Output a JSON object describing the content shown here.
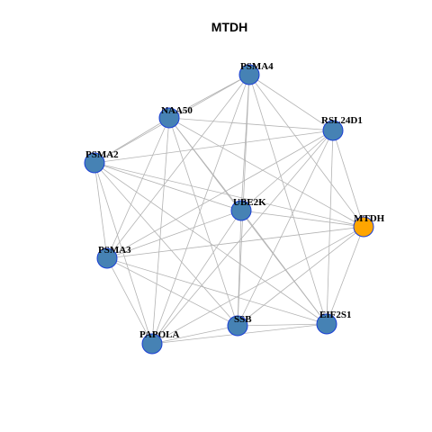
{
  "title": "MTDH",
  "colors": {
    "default_node": "#4682b4",
    "highlight_node": "#ffa500",
    "node_border": "#1a3fd6",
    "edge": "#b3b3b3",
    "background": "#ffffff"
  },
  "nodes": [
    {
      "id": "PSMA4",
      "label": "PSMA4",
      "highlight": false
    },
    {
      "id": "NAA50",
      "label": "NAA50",
      "highlight": false
    },
    {
      "id": "RSL24D1",
      "label": "RSL24D1",
      "highlight": false
    },
    {
      "id": "PSMA2",
      "label": "PSMA2",
      "highlight": false
    },
    {
      "id": "UBE2K",
      "label": "UBE2K",
      "highlight": false
    },
    {
      "id": "MTDH",
      "label": "MTDH",
      "highlight": true
    },
    {
      "id": "PSMA3",
      "label": "PSMA3",
      "highlight": false
    },
    {
      "id": "SSB",
      "label": "SSB",
      "highlight": false
    },
    {
      "id": "EIF2S1",
      "label": "EIF2S1",
      "highlight": false
    },
    {
      "id": "PAPOLA",
      "label": "PAPOLA",
      "highlight": false
    }
  ],
  "edges": [
    [
      "PSMA4",
      "NAA50"
    ],
    [
      "PSMA4",
      "RSL24D1"
    ],
    [
      "PSMA4",
      "PSMA2"
    ],
    [
      "PSMA4",
      "UBE2K"
    ],
    [
      "PSMA4",
      "MTDH"
    ],
    [
      "PSMA4",
      "PSMA3"
    ],
    [
      "PSMA4",
      "SSB"
    ],
    [
      "PSMA4",
      "EIF2S1"
    ],
    [
      "PSMA4",
      "PAPOLA"
    ],
    [
      "NAA50",
      "RSL24D1"
    ],
    [
      "NAA50",
      "PSMA2"
    ],
    [
      "NAA50",
      "UBE2K"
    ],
    [
      "NAA50",
      "MTDH"
    ],
    [
      "NAA50",
      "PSMA3"
    ],
    [
      "NAA50",
      "SSB"
    ],
    [
      "NAA50",
      "EIF2S1"
    ],
    [
      "NAA50",
      "PAPOLA"
    ],
    [
      "RSL24D1",
      "PSMA2"
    ],
    [
      "RSL24D1",
      "UBE2K"
    ],
    [
      "RSL24D1",
      "MTDH"
    ],
    [
      "RSL24D1",
      "PSMA3"
    ],
    [
      "RSL24D1",
      "SSB"
    ],
    [
      "RSL24D1",
      "EIF2S1"
    ],
    [
      "RSL24D1",
      "PAPOLA"
    ],
    [
      "PSMA2",
      "UBE2K"
    ],
    [
      "PSMA2",
      "MTDH"
    ],
    [
      "PSMA2",
      "PSMA3"
    ],
    [
      "PSMA2",
      "SSB"
    ],
    [
      "PSMA2",
      "EIF2S1"
    ],
    [
      "PSMA2",
      "PAPOLA"
    ],
    [
      "UBE2K",
      "MTDH"
    ],
    [
      "UBE2K",
      "PSMA3"
    ],
    [
      "UBE2K",
      "SSB"
    ],
    [
      "UBE2K",
      "EIF2S1"
    ],
    [
      "UBE2K",
      "PAPOLA"
    ],
    [
      "MTDH",
      "PSMA3"
    ],
    [
      "MTDH",
      "SSB"
    ],
    [
      "MTDH",
      "EIF2S1"
    ],
    [
      "MTDH",
      "PAPOLA"
    ],
    [
      "PSMA3",
      "SSB"
    ],
    [
      "PSMA3",
      "EIF2S1"
    ],
    [
      "PSMA3",
      "PAPOLA"
    ],
    [
      "SSB",
      "EIF2S1"
    ],
    [
      "SSB",
      "PAPOLA"
    ],
    [
      "EIF2S1",
      "PAPOLA"
    ]
  ]
}
